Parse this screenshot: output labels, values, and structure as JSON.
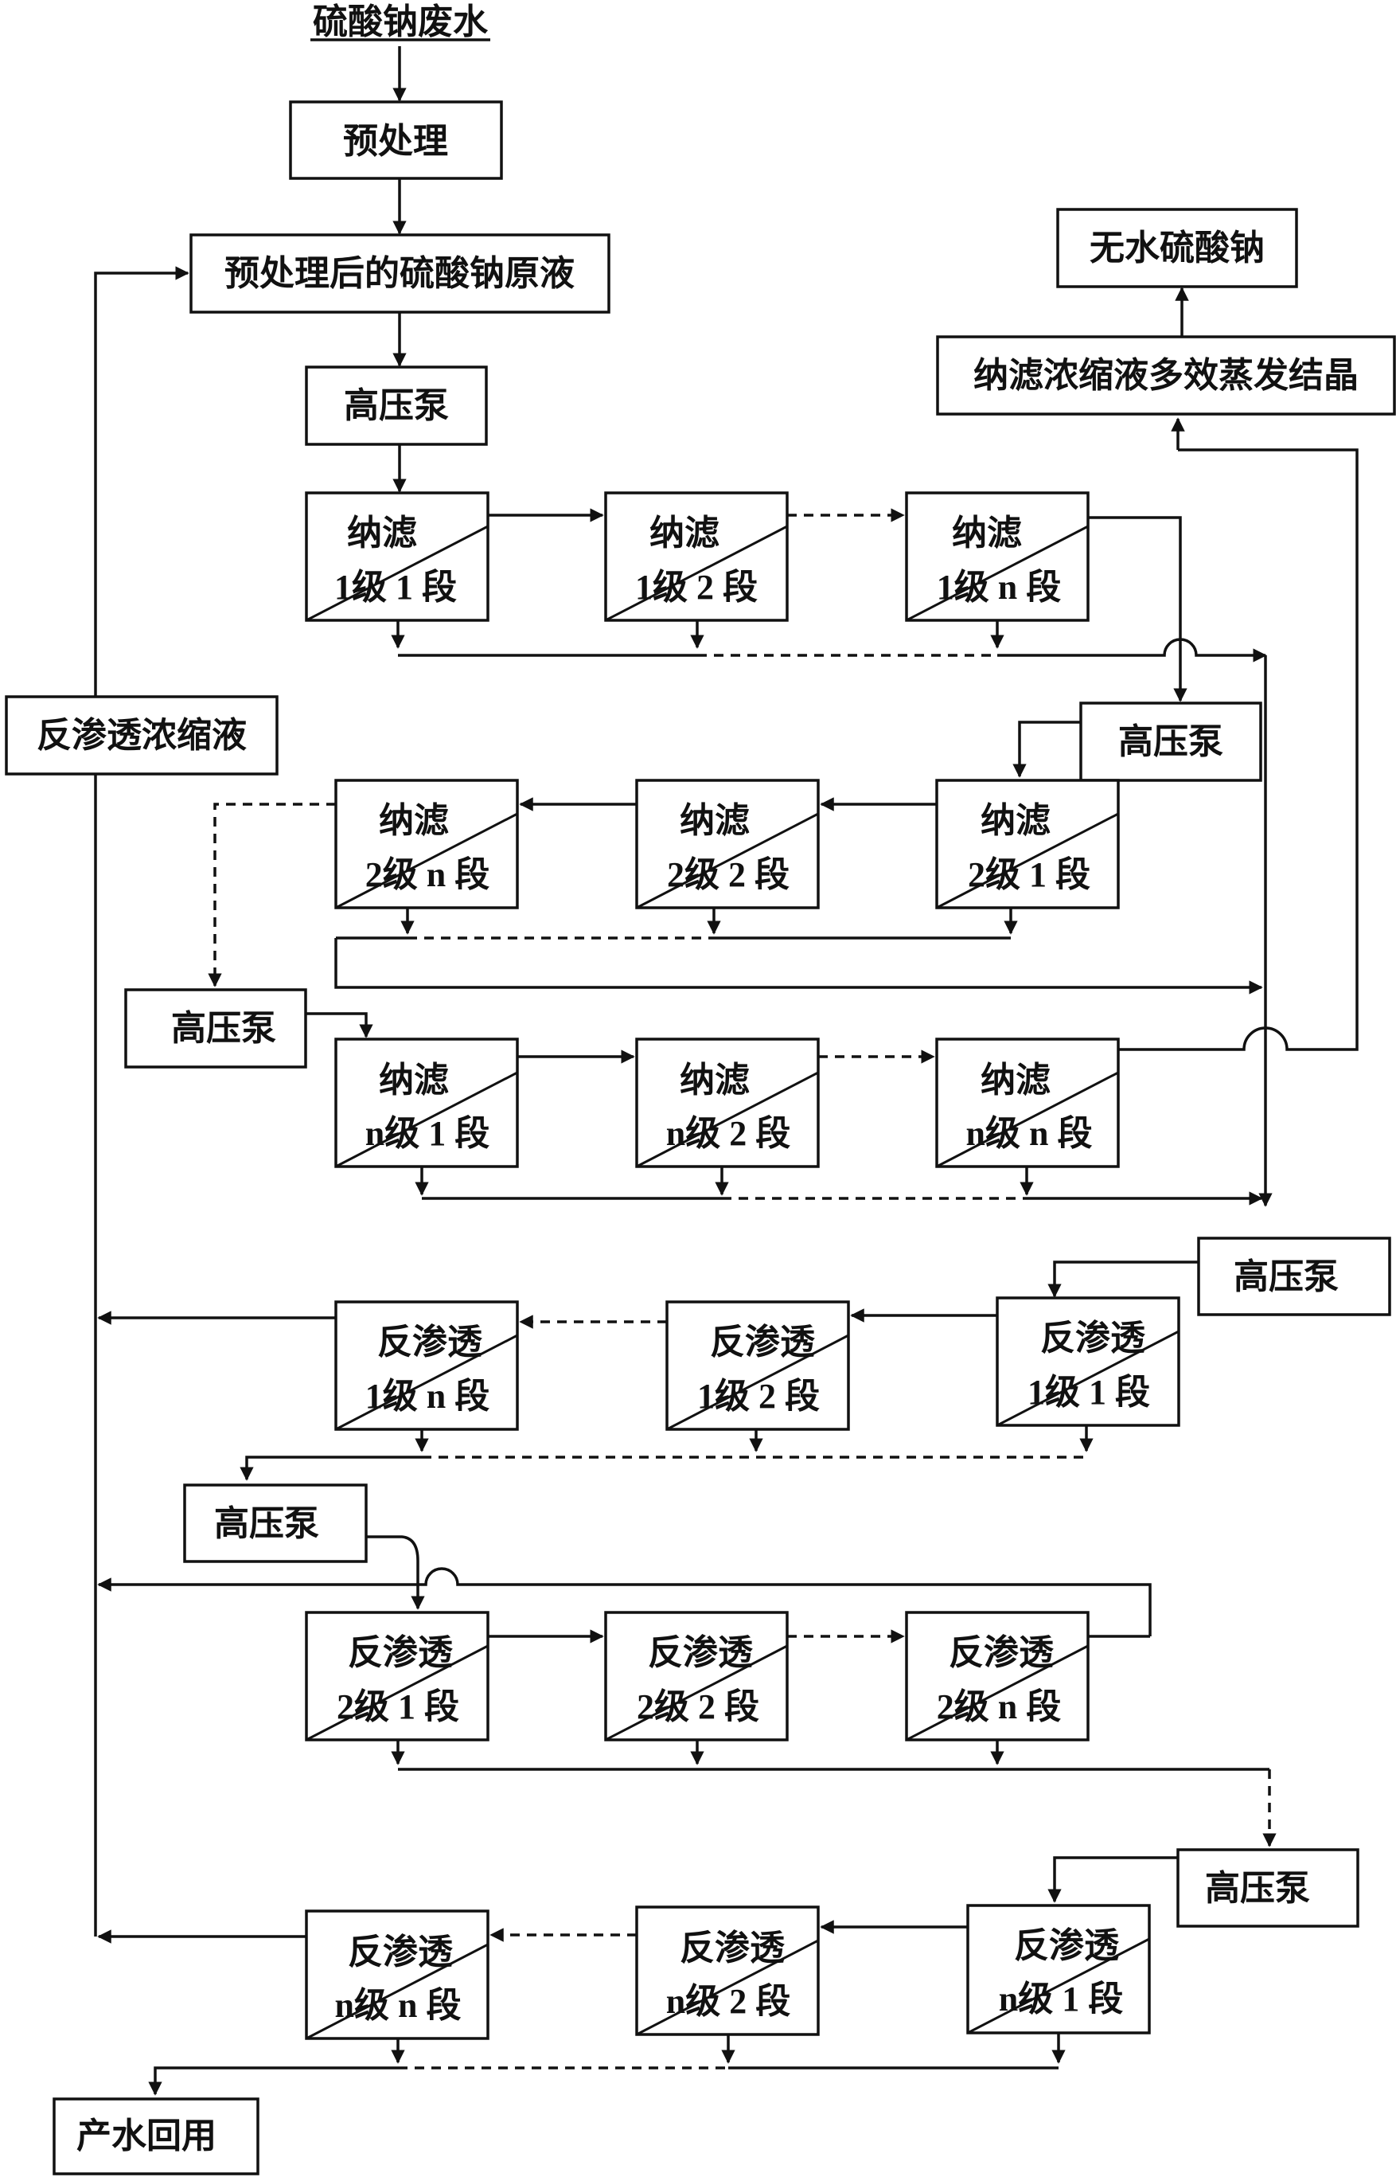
{
  "title": "硫酸钠废水",
  "boxes": {
    "pretreat": "预处理",
    "raw": "预处理后的硫酸钠原液",
    "hp1": "高压泵",
    "hp2": "高压泵",
    "hp3": "高压泵",
    "hp4": "高压泵",
    "hp5": "高压泵",
    "hp6": "高压泵",
    "ro_conc": "反渗透浓缩液",
    "evap": "纳滤浓缩液多效蒸发结晶",
    "na2so4": "无水硫酸钠",
    "water": "产水回用"
  },
  "nf_1_1": {
    "top": "纳滤",
    "bottom": "1级 1 段"
  },
  "nf_1_2": {
    "top": "纳滤",
    "bottom": "1级 2 段"
  },
  "nf_1_n": {
    "top": "纳滤",
    "bottom": "1级 n 段"
  },
  "nf_2_n": {
    "top": "纳滤",
    "bottom": "2级 n 段"
  },
  "nf_2_2": {
    "top": "纳滤",
    "bottom": "2级 2 段"
  },
  "nf_2_1": {
    "top": "纳滤",
    "bottom": "2级 1 段"
  },
  "nf_n_1": {
    "top": "纳滤",
    "bottom": "n级 1 段"
  },
  "nf_n_2": {
    "top": "纳滤",
    "bottom": "n级 2 段"
  },
  "nf_n_n": {
    "top": "纳滤",
    "bottom": "n级 n 段"
  },
  "ro_1_n": {
    "top": "反渗透",
    "bottom": "1级 n 段"
  },
  "ro_1_2": {
    "top": "反渗透",
    "bottom": "1级 2 段"
  },
  "ro_1_1": {
    "top": "反渗透",
    "bottom": "1级 1 段"
  },
  "ro_2_1": {
    "top": "反渗透",
    "bottom": "2级 1 段"
  },
  "ro_2_2": {
    "top": "反渗透",
    "bottom": "2级 2 段"
  },
  "ro_2_n": {
    "top": "反渗透",
    "bottom": "2级 n 段"
  },
  "ro_n_n": {
    "top": "反渗透",
    "bottom": "n级 n 段"
  },
  "ro_n_2": {
    "top": "反渗透",
    "bottom": "n级 2 段"
  },
  "ro_n_1": {
    "top": "反渗透",
    "bottom": "n级 1 段"
  }
}
